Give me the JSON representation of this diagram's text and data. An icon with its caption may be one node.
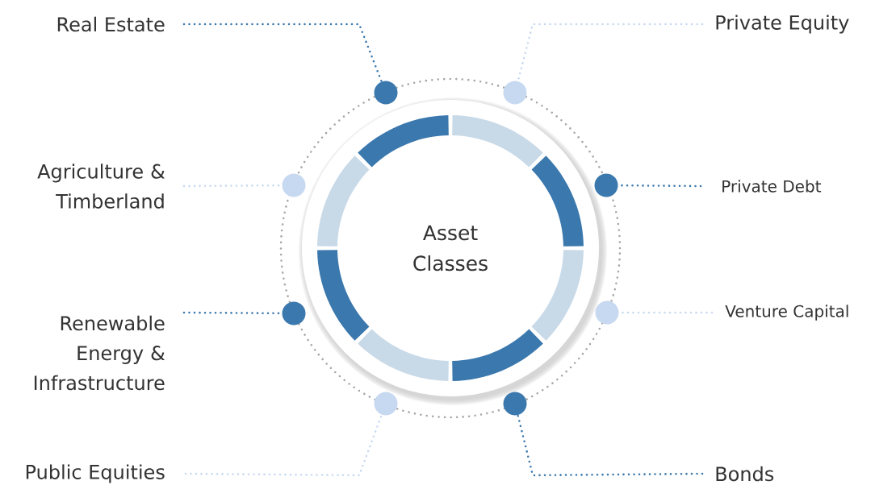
{
  "diagram": {
    "nodes": [
      {
        "text": [
          "Asset Classes"
        ]
      },
      {
        "text": [
          "Real Estate"
        ]
      },
      {
        "text": [],
        "shape": "circle"
      },
      {
        "text": [
          "Private Equity"
        ]
      },
      {
        "text": [],
        "shape": "circle"
      },
      {
        "text": [
          "Agriculture & Timberland"
        ]
      },
      {
        "text": [],
        "shape": "circle"
      },
      {
        "text": [
          "Private Debt"
        ]
      },
      {
        "text": [],
        "shape": "circle"
      },
      {
        "text": [
          "Venture Capital"
        ]
      },
      {
        "text": [],
        "shape": "circle"
      },
      {
        "text": [
          "Renewable Energy & Infrastructure"
        ]
      },
      {
        "text": [],
        "shape": "circle"
      },
      {
        "text": [
          "Public Equities"
        ]
      },
      {
        "text": [],
        "shape": "circle"
      },
      {
        "text": [
          "Bonds"
        ]
      },
      {
        "text": [],
        "shape": "circle"
      }
    ],
    "edges": [
      {
        "from": 1,
        "to": 2,
        "arrow": "none"
      },
      {
        "from": 3,
        "to": 4,
        "arrow": "none",
        "color": "#c7d9f0"
      },
      {
        "from": 5,
        "to": 6,
        "arrow": "none",
        "color": "#c7d9f0"
      },
      {
        "from": 7,
        "to": 8,
        "arrow": "none"
      },
      {
        "from": 9,
        "to": 10,
        "arrow": "none",
        "color": "#c7d9f0"
      },
      {
        "from": 11,
        "to": 12,
        "arrow": "none"
      },
      {
        "from": 13,
        "to": 14,
        "arrow": "none",
        "color": "#c7d9f0"
      },
      {
        "from": 15,
        "to": 16,
        "arrow": "none"
      }
    ]
  }
}
